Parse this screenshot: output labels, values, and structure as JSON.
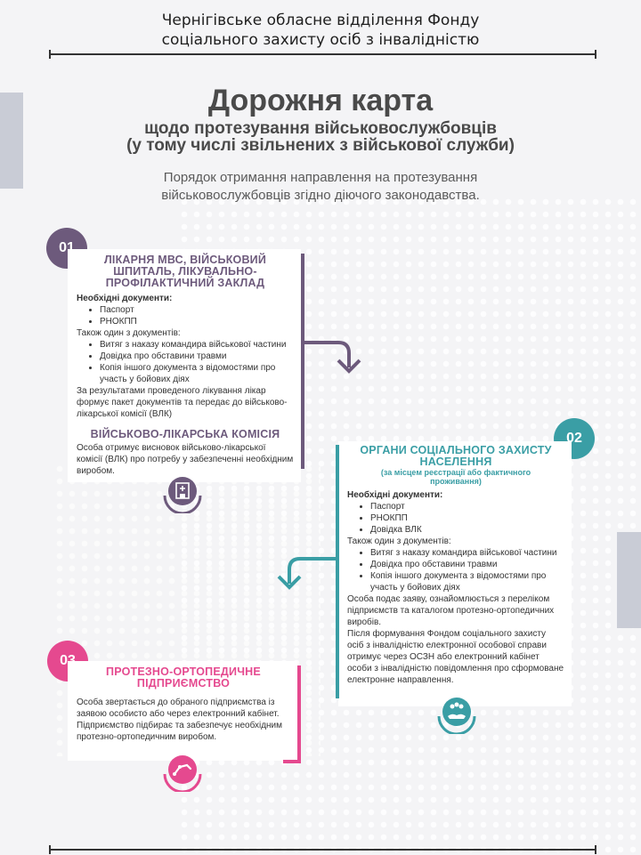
{
  "header": {
    "org_line1": "Чернігівське обласне відділення Фонду",
    "org_line2": "соціального захисту осіб з інвалідністю"
  },
  "title": "Дорожня карта",
  "subtitle_line1": "щодо протезування військовослужбовців",
  "subtitle_line2": "(у тому числі звільнених з військової служби)",
  "lead_line1": "Порядок отримання направлення на протезування",
  "lead_line2": "військовослужбовців згідно діючого законодавства.",
  "colors": {
    "purple": "#6d5a7c",
    "teal": "#3a9ea5",
    "pink": "#e5498f"
  },
  "step1": {
    "badge": "01",
    "heading_lines": [
      "ЛІКАРНЯ МВС, ВІЙСЬКОВИЙ",
      "ШПИТАЛЬ, ЛІКУВАЛЬНО-",
      "ПРОФІЛАКТИЧНИЙ ЗАКЛАД"
    ],
    "docs_label": "Необхідні документи:",
    "docs": [
      "Паспорт",
      "РНОКПП"
    ],
    "also_label": "Також один з документів:",
    "also": [
      "Витяг з наказу командира військової частини",
      "Довідка про обставини травми",
      "Копія іншого документа з відомостями про участь у бойових діях"
    ],
    "note": "За результатами проведеного лікування лікар формує пакет документів та передає до військово-лікарської комісії (ВЛК)",
    "vlk_heading": "ВІЙСЬКОВО-ЛІКАРСЬКА КОМІСІЯ",
    "vlk_text": "Особа отримує висновок військово-лікарської комісії (ВЛК) про потребу у забезпеченні необхідним виробом.",
    "icon": "hospital-icon"
  },
  "step2": {
    "badge": "02",
    "heading_lines": [
      "ОРГАНИ СОЦІАЛЬНОГО ЗАХИСТУ",
      "НАСЕЛЕННЯ"
    ],
    "note_lines": [
      "(за місцем реєстрації або фактичного",
      "проживання)"
    ],
    "docs_label": "Необхідні документи:",
    "docs": [
      "Паспорт",
      "РНОКПП",
      "Довідка ВЛК"
    ],
    "also_label": "Також один з документів:",
    "also": [
      "Витяг з наказу командира військової частини",
      "Довідка про обставини травми",
      "Копія іншого документа з відомостями про участь у бойових діях"
    ],
    "text1": "Особа подає заяву, ознайомлюється з переліком підприємств та каталогом протезно-ортопедичних виробів.",
    "text2": "Після формування Фондом соціального захисту осіб з інвалідністю електронної особової справи отримує через ОСЗН або електронний кабінет особи з інвалідністю повідомлення про сформоване електронне направлення.",
    "icon": "social-care-icon"
  },
  "step3": {
    "badge": "03",
    "heading_lines": [
      "ПРОТЕЗНО-ОРТОПЕДИЧНЕ",
      "ПІДПРИЄМСТВО"
    ],
    "text": "Особа звертається до обраного підприємства із заявою особисто або через електронний кабінет. Підприємство підбирає та забезпечує необхідним протезно-ортопедичним виробом.",
    "icon": "prosthetic-arm-icon"
  }
}
